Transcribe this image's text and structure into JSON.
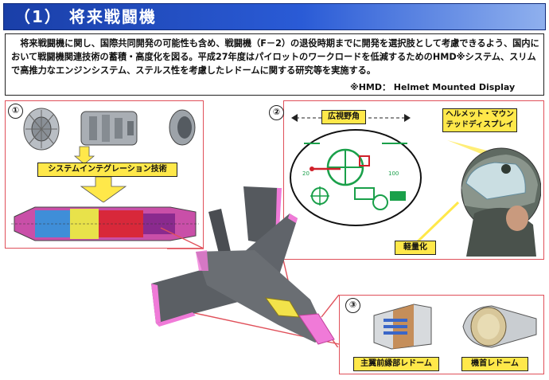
{
  "header": {
    "title": "（1） 将来戦闘機"
  },
  "description": {
    "text": "将来戦闘機に関し、国際共同開発の可能性も含め、戦闘機（F－2）の退役時期までに開発を選択肢として考慮できるよう、国内において戦闘機関連技術の蓄積・高度化を図る。平成27年度はパイロットのワークロードを低減するためのHMD※システム、スリムで高推力なエンジンシステム、ステルス性を考慮したレドームに関する研究等を実施する。",
    "note": "※HMD： Helmet Mounted Display"
  },
  "panel1": {
    "number": "①",
    "label": "システムインテグレーション技術"
  },
  "panel2": {
    "number": "②",
    "fov_label": "広視野角",
    "hmd_label": "ヘルメット・マウンテッドディスプレイ",
    "light_label": "軽量化"
  },
  "panel3": {
    "number": "③",
    "radome1_label": "主翼前縁部レドーム",
    "radome2_label": "機首レドーム"
  },
  "colors": {
    "header_blue": "#2a5bd6",
    "panel_border": "#e0505a",
    "label_yellow": "#ffe84a",
    "highlight_pink": "#f07ad8"
  }
}
